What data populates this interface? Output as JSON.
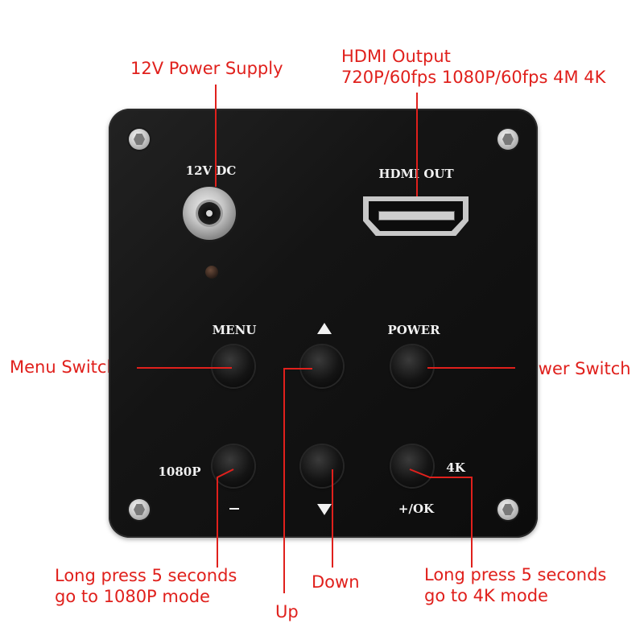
{
  "callouts": {
    "power_supply": "12V Power Supply",
    "hdmi_title": "HDMI Output",
    "hdmi_modes": "720P/60fps 1080P/60fps 4M 4K",
    "menu_switch": "Menu Switch",
    "power_switch": "Power Switch",
    "long_press_1080_line1": "Long press 5 seconds",
    "long_press_1080_line2": "go to 1080P mode",
    "down": "Down",
    "up": "Up",
    "long_press_4k_line1": "Long press 5 seconds",
    "long_press_4k_line2": "go to 4K mode"
  },
  "panel": {
    "dc_label": "12V DC",
    "hdmi_label": "HDMI OUT",
    "menu_label": "MENU",
    "power_label": "POWER",
    "p1080_label": "1080P",
    "k4_label": "4K",
    "plus_ok_label": "+/OK"
  },
  "colors": {
    "callout": "#e0201c",
    "panel": "#141414",
    "silkscreen": "#f2f2f2"
  },
  "icons": {
    "up": "up-triangle-icon",
    "down": "down-triangle-icon",
    "minus": "minus-icon",
    "screws": "screw-icon"
  }
}
